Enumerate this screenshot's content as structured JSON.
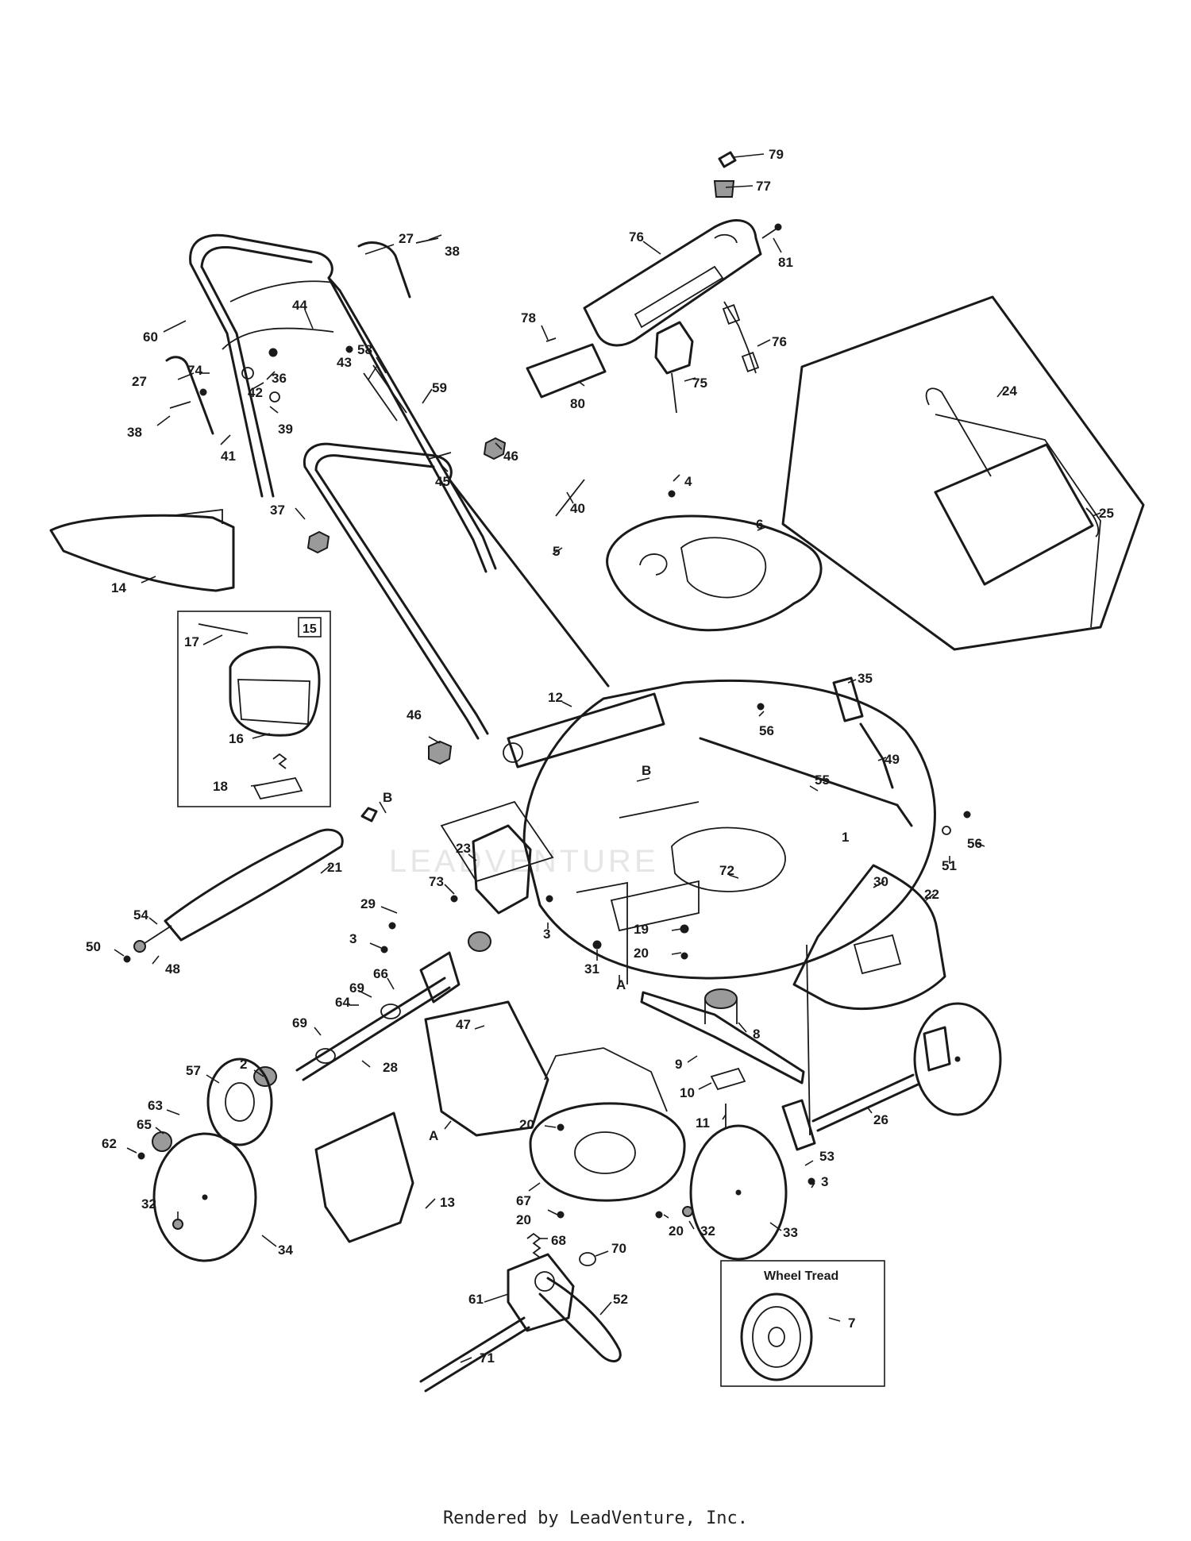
{
  "footer": {
    "credit": "Rendered by LeadVenture, Inc."
  },
  "watermark": {
    "text": "LEADVENTURE"
  },
  "insets": {
    "kit_box_number": "15",
    "wheel_tread_title": "Wheel Tread"
  },
  "labels": [
    {
      "id": "79",
      "text": "79"
    },
    {
      "id": "77",
      "text": "77"
    },
    {
      "id": "27a",
      "text": "27"
    },
    {
      "id": "38a",
      "text": "38"
    },
    {
      "id": "76a",
      "text": "76"
    },
    {
      "id": "81",
      "text": "81"
    },
    {
      "id": "60",
      "text": "60"
    },
    {
      "id": "44",
      "text": "44"
    },
    {
      "id": "78",
      "text": "78"
    },
    {
      "id": "76b",
      "text": "76"
    },
    {
      "id": "27b",
      "text": "27"
    },
    {
      "id": "74",
      "text": "74"
    },
    {
      "id": "36",
      "text": "36"
    },
    {
      "id": "58",
      "text": "58"
    },
    {
      "id": "43",
      "text": "43"
    },
    {
      "id": "59",
      "text": "59"
    },
    {
      "id": "75",
      "text": "75"
    },
    {
      "id": "80",
      "text": "80"
    },
    {
      "id": "42",
      "text": "42"
    },
    {
      "id": "38b",
      "text": "38"
    },
    {
      "id": "39",
      "text": "39"
    },
    {
      "id": "24",
      "text": "24"
    },
    {
      "id": "41",
      "text": "41"
    },
    {
      "id": "46a",
      "text": "46"
    },
    {
      "id": "4",
      "text": "4"
    },
    {
      "id": "45",
      "text": "45"
    },
    {
      "id": "40",
      "text": "40"
    },
    {
      "id": "37",
      "text": "37"
    },
    {
      "id": "25",
      "text": "25"
    },
    {
      "id": "6",
      "text": "6"
    },
    {
      "id": "5",
      "text": "5"
    },
    {
      "id": "14",
      "text": "14"
    },
    {
      "id": "17",
      "text": "17"
    },
    {
      "id": "35",
      "text": "35"
    },
    {
      "id": "12",
      "text": "12"
    },
    {
      "id": "46b",
      "text": "46"
    },
    {
      "id": "56a",
      "text": "56"
    },
    {
      "id": "49",
      "text": "49"
    },
    {
      "id": "16",
      "text": "16"
    },
    {
      "id": "18",
      "text": "18"
    },
    {
      "id": "B1",
      "text": "B"
    },
    {
      "id": "55",
      "text": "55"
    },
    {
      "id": "B2",
      "text": "B"
    },
    {
      "id": "1",
      "text": "1"
    },
    {
      "id": "56b",
      "text": "56"
    },
    {
      "id": "51",
      "text": "51"
    },
    {
      "id": "23",
      "text": "23"
    },
    {
      "id": "21",
      "text": "21"
    },
    {
      "id": "72",
      "text": "72"
    },
    {
      "id": "30",
      "text": "30"
    },
    {
      "id": "73",
      "text": "73"
    },
    {
      "id": "22",
      "text": "22"
    },
    {
      "id": "29",
      "text": "29"
    },
    {
      "id": "54",
      "text": "54"
    },
    {
      "id": "3a",
      "text": "3"
    },
    {
      "id": "3b",
      "text": "3"
    },
    {
      "id": "19",
      "text": "19"
    },
    {
      "id": "50",
      "text": "50"
    },
    {
      "id": "48",
      "text": "48"
    },
    {
      "id": "20a",
      "text": "20"
    },
    {
      "id": "31",
      "text": "31"
    },
    {
      "id": "A1",
      "text": "A"
    },
    {
      "id": "66",
      "text": "66"
    },
    {
      "id": "69a",
      "text": "69"
    },
    {
      "id": "64",
      "text": "64"
    },
    {
      "id": "47",
      "text": "47"
    },
    {
      "id": "8",
      "text": "8"
    },
    {
      "id": "69b",
      "text": "69"
    },
    {
      "id": "2",
      "text": "2"
    },
    {
      "id": "28",
      "text": "28"
    },
    {
      "id": "9",
      "text": "9"
    },
    {
      "id": "57",
      "text": "57"
    },
    {
      "id": "10",
      "text": "10"
    },
    {
      "id": "11",
      "text": "11"
    },
    {
      "id": "26",
      "text": "26"
    },
    {
      "id": "63",
      "text": "63"
    },
    {
      "id": "65",
      "text": "65"
    },
    {
      "id": "20b",
      "text": "20"
    },
    {
      "id": "A2",
      "text": "A"
    },
    {
      "id": "62",
      "text": "62"
    },
    {
      "id": "53",
      "text": "53"
    },
    {
      "id": "3c",
      "text": "3"
    },
    {
      "id": "32a",
      "text": "32"
    },
    {
      "id": "67",
      "text": "67"
    },
    {
      "id": "13",
      "text": "13"
    },
    {
      "id": "20c",
      "text": "20"
    },
    {
      "id": "20d",
      "text": "20"
    },
    {
      "id": "32b",
      "text": "32"
    },
    {
      "id": "33",
      "text": "33"
    },
    {
      "id": "34",
      "text": "34"
    },
    {
      "id": "68",
      "text": "68"
    },
    {
      "id": "70",
      "text": "70"
    },
    {
      "id": "61",
      "text": "61"
    },
    {
      "id": "52",
      "text": "52"
    },
    {
      "id": "7",
      "text": "7"
    },
    {
      "id": "71",
      "text": "71"
    }
  ]
}
